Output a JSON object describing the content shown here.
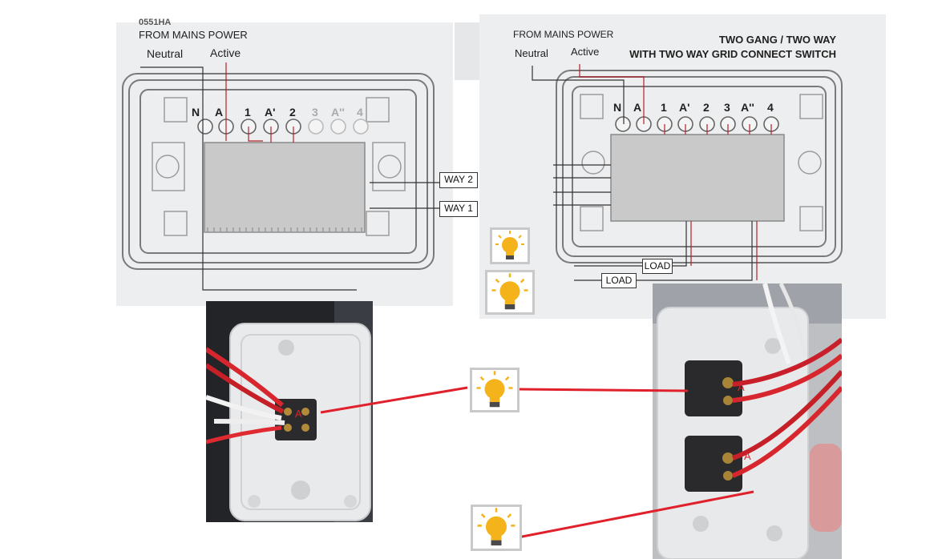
{
  "left_diagram": {
    "header_partial": "0551HA",
    "source_label": "FROM MAINS POWER",
    "neutral_label": "Neutral",
    "active_label": "Active",
    "terminals": [
      "N",
      "A",
      "1",
      "A'",
      "2",
      "3",
      "A''",
      "4"
    ],
    "way2_label": "WAY 2",
    "way1_label": "WAY 1"
  },
  "right_diagram": {
    "source_label": "FROM MAINS POWER",
    "neutral_label": "Neutral",
    "active_label": "Active",
    "title_line1": "TWO GANG / TWO WAY",
    "title_line2": "WITH TWO WAY GRID CONNECT SWITCH",
    "terminals": [
      "N",
      "A",
      "1",
      "A'",
      "2",
      "3",
      "A''",
      "4"
    ],
    "load_label_1": "LOAD",
    "load_label_2": "LOAD"
  },
  "photos": {
    "left_marker": "A",
    "right_marker_top": "A",
    "right_marker_bottom": "A"
  },
  "icons": [
    "light-bulb-icon",
    "light-bulb-icon",
    "light-bulb-icon",
    "light-bulb-icon"
  ],
  "colors": {
    "annotation_line": "#e0202a",
    "bulb_yellow": "#f5b31b"
  }
}
